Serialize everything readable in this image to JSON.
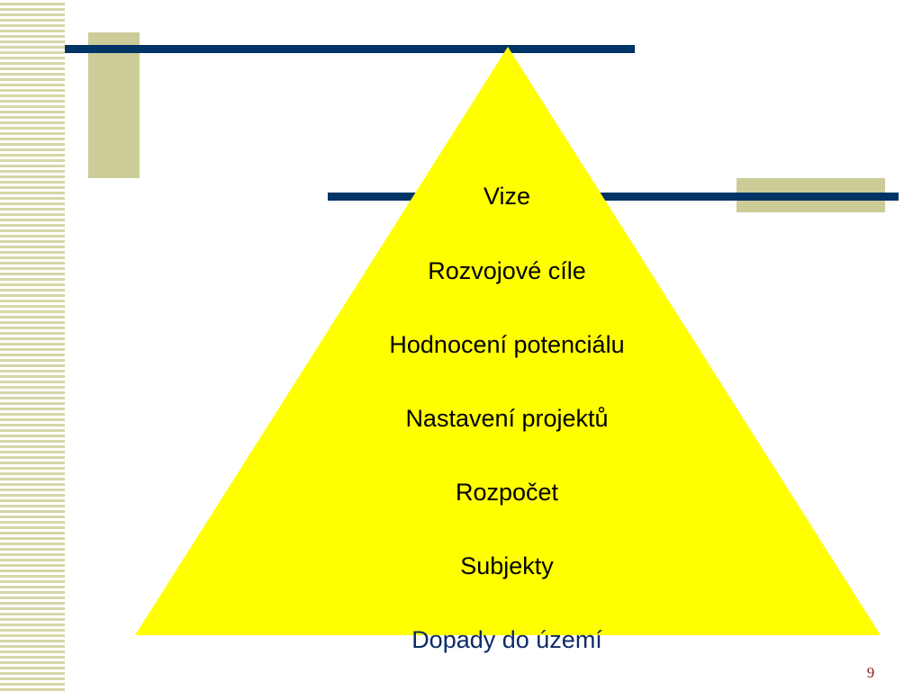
{
  "colors": {
    "pyramid_fill": "#ffff00",
    "line_blue": "#003366",
    "block_tan": "#cccc99",
    "stripe": "#d6d6a8",
    "page_number": "#8b1a1a"
  },
  "pyramid": {
    "levels": [
      "Vize",
      "Rozvojové cíle",
      "Hodnocení potenciálu",
      "Nastavení projektů",
      "Rozpočet",
      "Subjekty",
      "Dopady do území"
    ]
  },
  "slide": {
    "page_number": "9"
  }
}
